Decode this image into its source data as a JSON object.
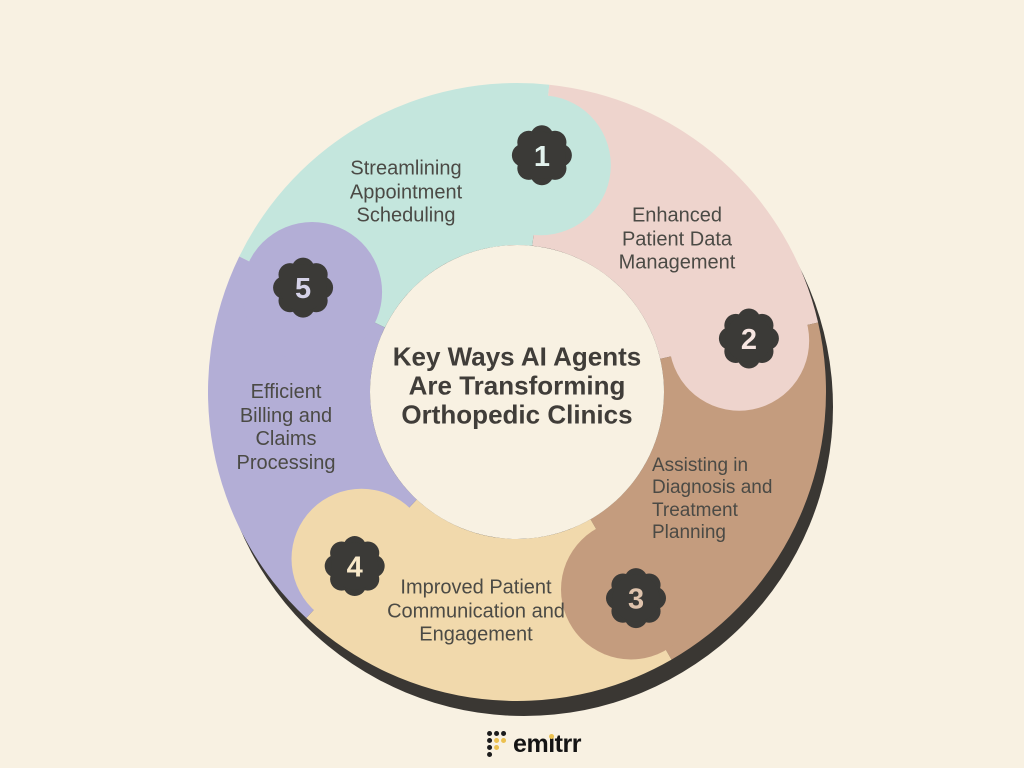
{
  "background": "#f8f1e2",
  "title": "Key Ways AI Agents\nAre Transforming\nOrthopedic Clinics",
  "segments": [
    {
      "number": "1",
      "label": "Streamlining\nAppointment\nScheduling",
      "color": "#c4e6dd",
      "number_color": "#e3f3ee"
    },
    {
      "number": "2",
      "label": "Enhanced\nPatient Data\nManagement",
      "color": "#eed4cd",
      "number_color": "#f7e6e1"
    },
    {
      "number": "3",
      "label": "Assisting in\nDiagnosis and\nTreatment\nPlanning",
      "color": "#c49c7e",
      "number_color": "#dfc3ac"
    },
    {
      "number": "4",
      "label": "Improved Patient\nCommunication and\nEngagement",
      "color": "#f1d9ac",
      "number_color": "#f8e8c8"
    },
    {
      "number": "5",
      "label": "Efficient\nBilling and\nClaims\nProcessing",
      "color": "#b3aed6",
      "number_color": "#d5d2e8"
    }
  ],
  "badge_fill": "#3b3a37",
  "shadow_color": "#3a3733",
  "inner_circle_color": "#f8f1e2",
  "text_colors": {
    "title": "#403d39",
    "label": "#4b4a45"
  },
  "logo": {
    "text": "emitrr",
    "color": "#141414",
    "accent_color": "#ecc14f",
    "dot_color": "#1c1c1c"
  }
}
